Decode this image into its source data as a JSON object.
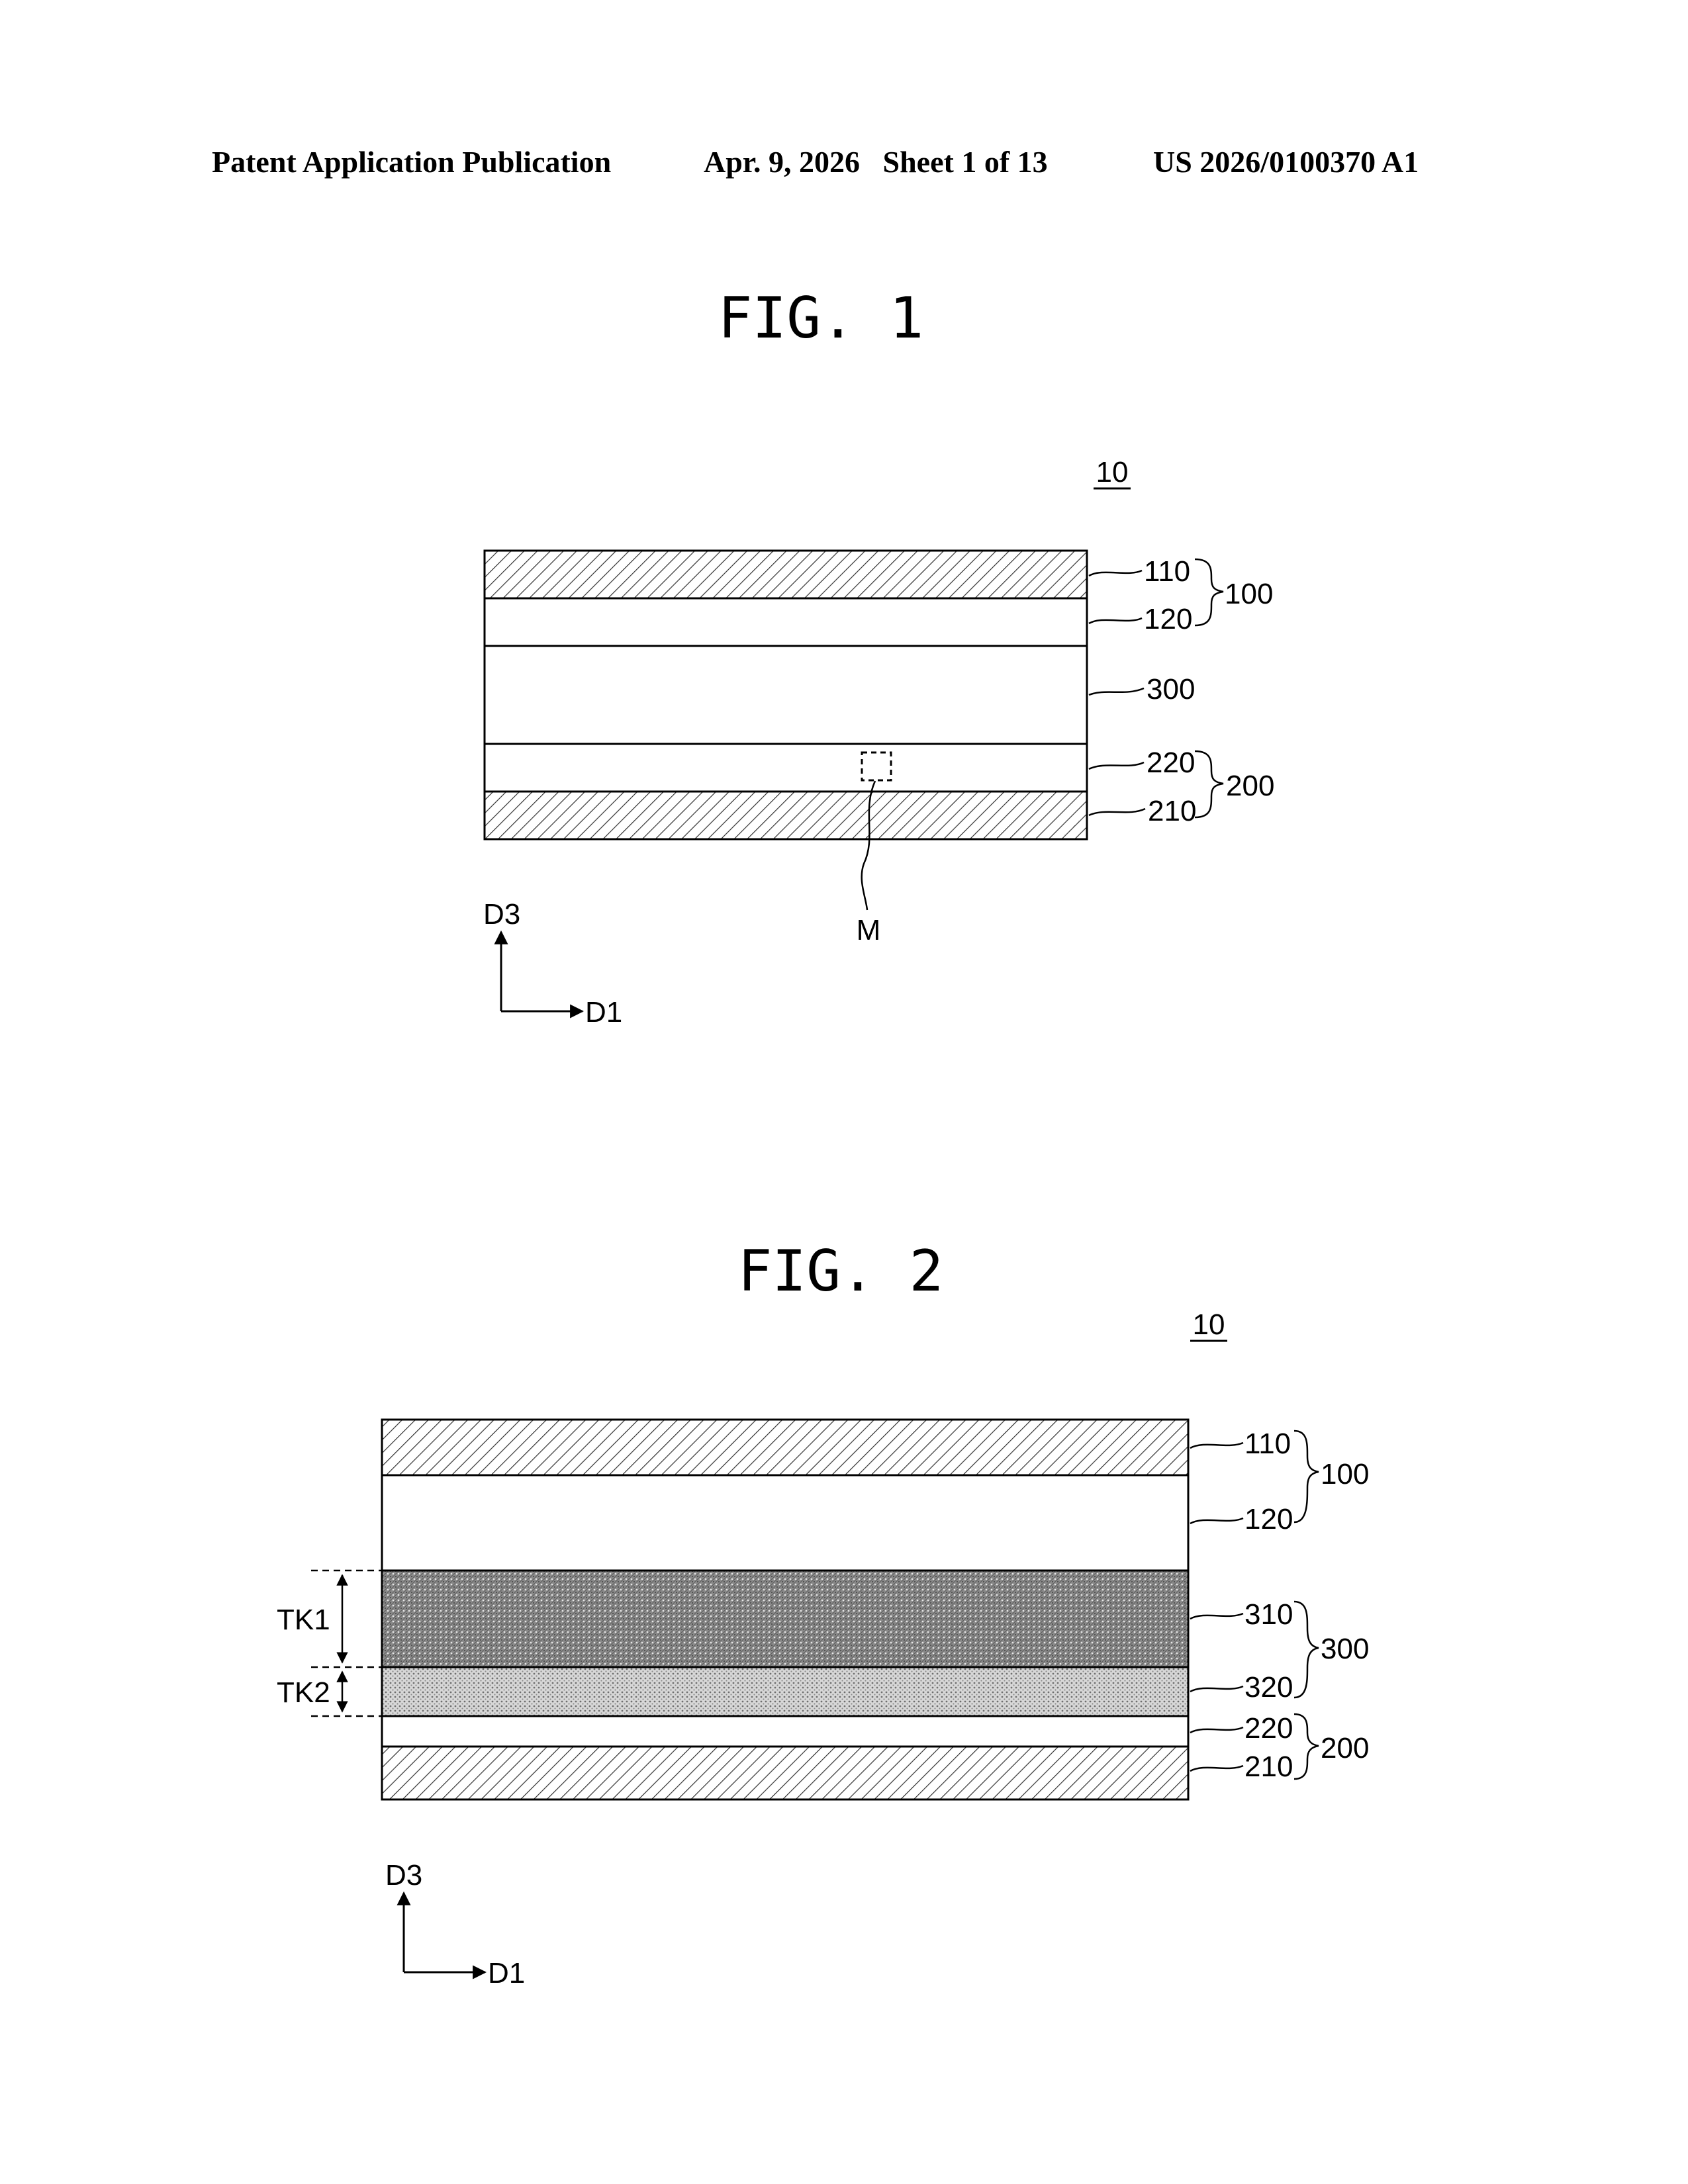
{
  "header": {
    "publication": "Patent Application Publication",
    "date_sheet": "Apr. 9, 2026   Sheet 1 of 13",
    "number": "US 2026/0100370 A1"
  },
  "fig1": {
    "title": "FIG. 1",
    "ref": "10",
    "labels": {
      "l110": "110",
      "l120": "120",
      "l100": "100",
      "l300": "300",
      "l220": "220",
      "l210": "210",
      "l200": "200",
      "m": "M",
      "d3": "D3",
      "d1": "D1"
    }
  },
  "fig2": {
    "title": "FIG. 2",
    "ref": "10",
    "labels": {
      "l110": "110",
      "l120": "120",
      "l100": "100",
      "l310": "310",
      "l320": "320",
      "l300": "300",
      "l220": "220",
      "l210": "210",
      "l200": "200",
      "tk1": "TK1",
      "tk2": "TK2",
      "d3": "D3",
      "d1": "D1"
    }
  }
}
